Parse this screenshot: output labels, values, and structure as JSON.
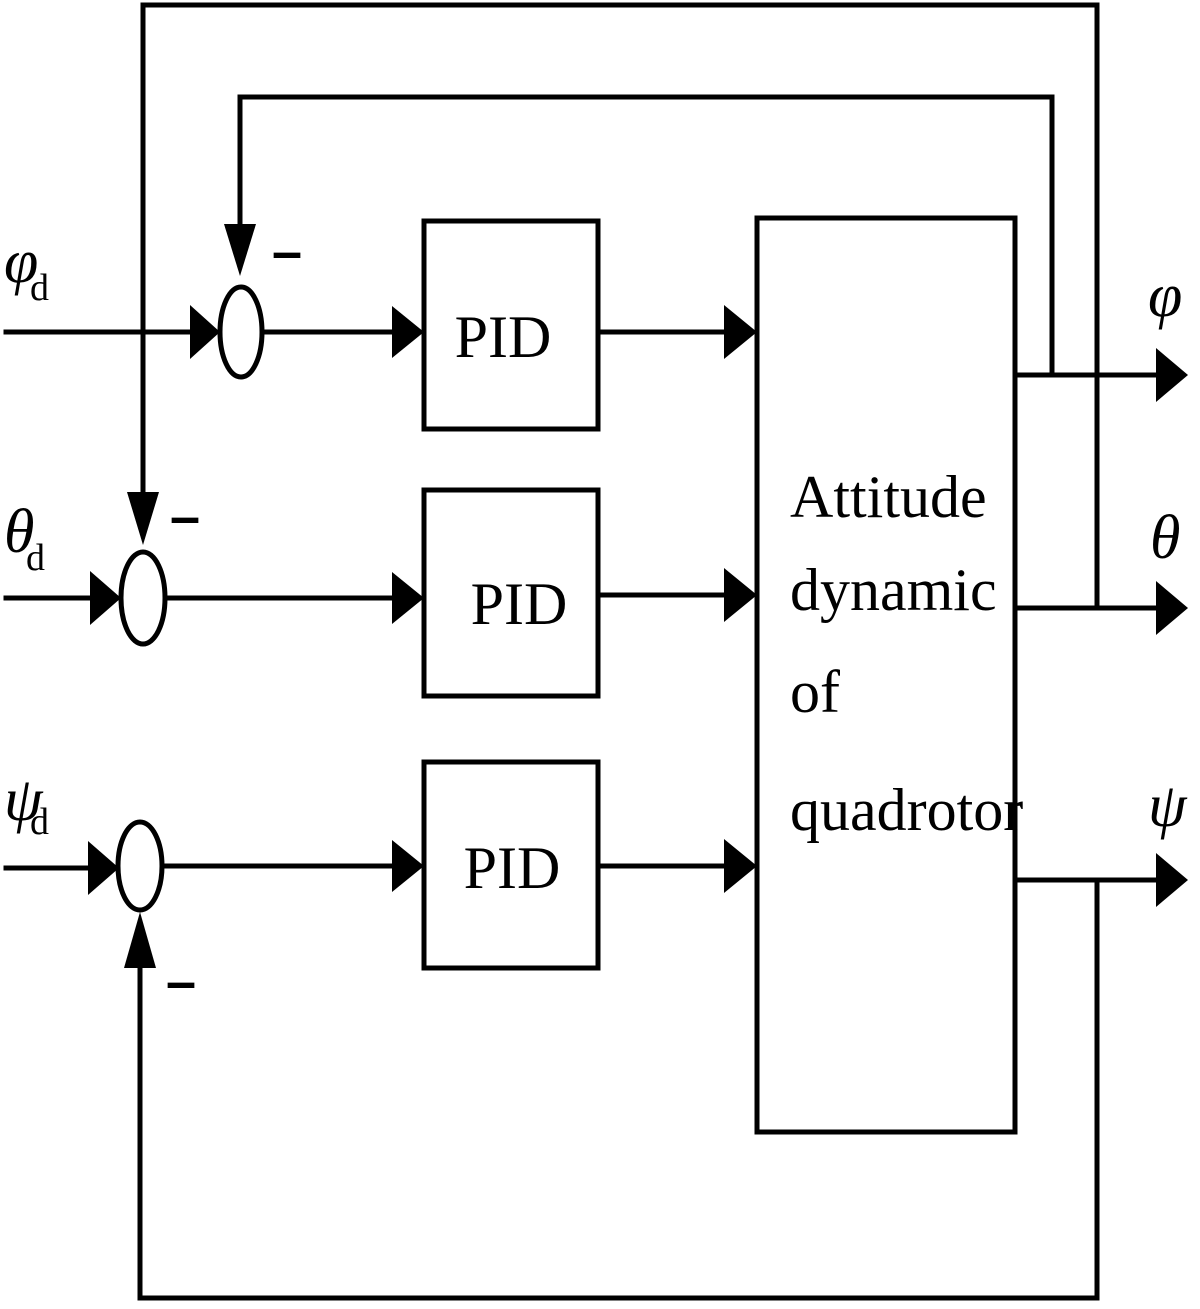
{
  "inputs": {
    "phi": {
      "symbol": "φ",
      "subscript": "d"
    },
    "theta": {
      "symbol": "θ",
      "subscript": "d"
    },
    "psi": {
      "symbol": "ψ",
      "subscript": "d"
    }
  },
  "outputs": {
    "phi": "φ",
    "theta": "θ",
    "psi": "ψ"
  },
  "summers": {
    "phi_sign": "–",
    "theta_sign": "–",
    "psi_sign": "–"
  },
  "controllers": {
    "phi": "PID",
    "theta": "PID",
    "psi": "PID"
  },
  "plant": {
    "lines": [
      "Attitude",
      "dynamic",
      "of",
      "quadrotor"
    ]
  }
}
